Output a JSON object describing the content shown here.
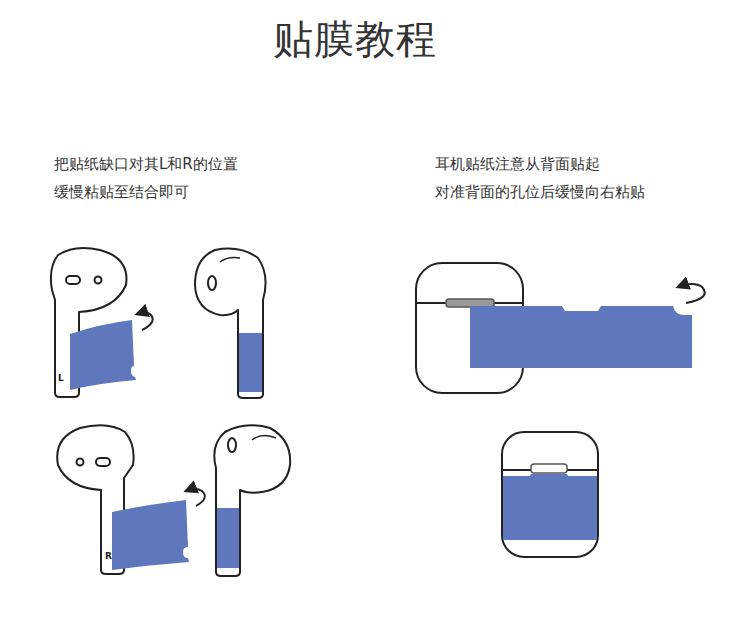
{
  "diagram": {
    "title": "贴膜教程",
    "labels": [
      "把贴纸缺口对其L和R的位置 缓慢粘贴至结合即可",
      "耳机贴纸注意从背面贴起 对准背面的孔位后缓慢向右粘贴",
      "L",
      "R"
    ]
  }
}
